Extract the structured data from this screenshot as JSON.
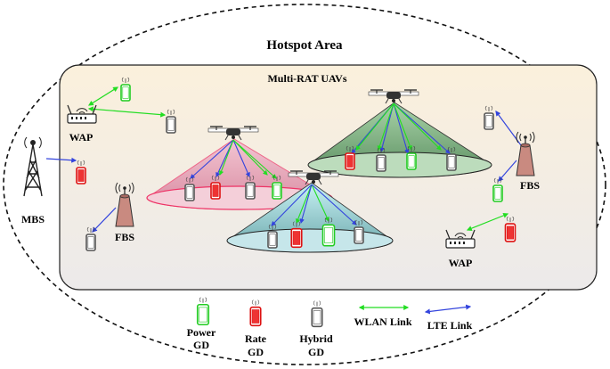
{
  "title": "Hotspot Area",
  "inner_title": "Multi-RAT UAVs",
  "labels": {
    "wap": "WAP",
    "fbs": "FBS",
    "mbs": "MBS"
  },
  "legend": {
    "power": [
      "Power",
      "GD"
    ],
    "rate": [
      "Rate",
      "GD"
    ],
    "hybrid": [
      "Hybrid",
      "GD"
    ],
    "wlan": "WLAN Link",
    "lte": "LTE Link"
  },
  "colors": {
    "wlan": "#22dd22",
    "lte": "#3344dd",
    "power_gd": "#22cc22",
    "rate_gd": "#dd1111",
    "hybrid_gd": "#555555",
    "inner_bg": "#f8ecd6",
    "cone_pink": "#e8a0b4",
    "cone_green": "#6aa070",
    "cone_cyan": "#7ec8cc"
  },
  "icons": [
    "tower-icon",
    "router-icon",
    "femtocell-icon",
    "drone-icon",
    "phone-icon"
  ]
}
